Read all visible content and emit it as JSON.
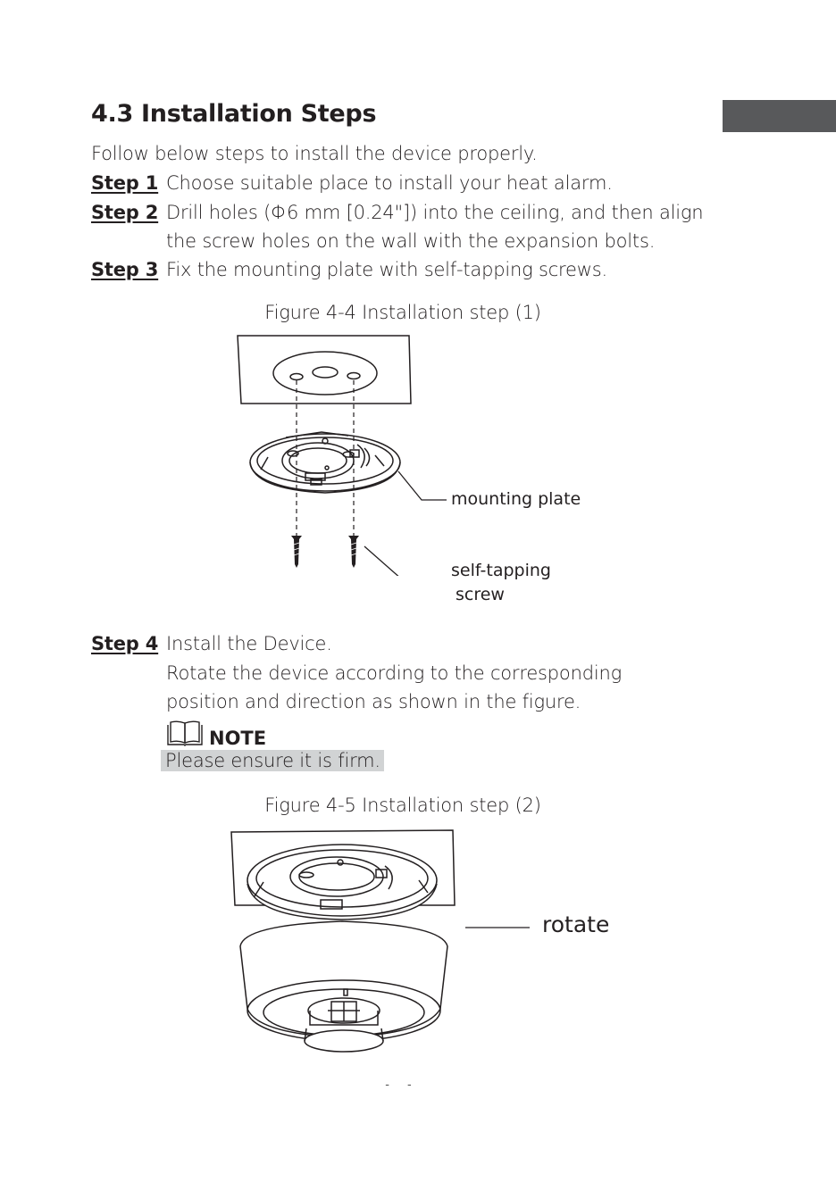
{
  "section": {
    "title": "4.3 Installation Steps"
  },
  "intro": "Follow below steps to install the device properly.",
  "steps": [
    {
      "label": "Step 1",
      "lines": [
        "Choose suitable place to install your heat alarm."
      ]
    },
    {
      "label": "Step 2",
      "lines": [
        "Drill holes (Φ6 mm [0.24\"]) into the ceiling, and then align",
        "the screw holes on the wall with the expansion bolts."
      ]
    },
    {
      "label": "Step 3",
      "lines": [
        "Fix the mounting plate with self-tapping screws."
      ]
    },
    {
      "label": "Step 4",
      "lines": [
        "Install the Device.",
        "Rotate the device according to the corresponding",
        "position and direction as shown in the figure."
      ]
    }
  ],
  "figures": [
    {
      "caption": "Figure 4-4 Installation step (1)",
      "callouts": [
        "mounting plate",
        "self-tapping",
        "screw"
      ]
    },
    {
      "caption": "Figure 4-5 Installation step (2)",
      "callouts": [
        "rotate"
      ]
    }
  ],
  "note": {
    "label": "NOTE",
    "icon": "book-icon",
    "text": "Please ensure it is firm."
  },
  "footer": {
    "page_number": "- -"
  },
  "colors": {
    "tab_marker": "#58595b",
    "note_highlight": "#d1d3d4",
    "text": "#231f20"
  }
}
